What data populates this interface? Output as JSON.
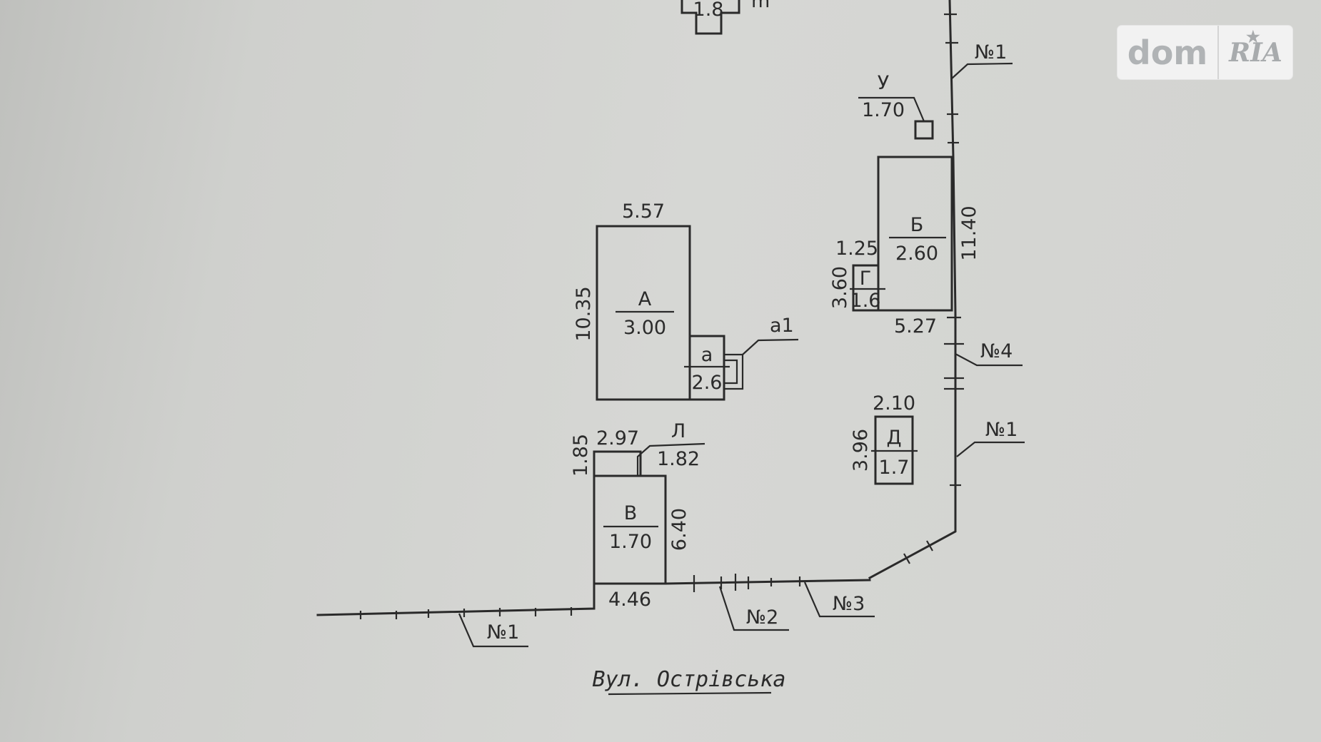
{
  "buildings": {
    "A": {
      "label": "А",
      "height": "3.00",
      "width": "5.57",
      "length": "10.35"
    },
    "a": {
      "label": "а",
      "height": "2.6"
    },
    "a1": {
      "label": "а1"
    },
    "B": {
      "label": "Б",
      "height": "2.60",
      "width": "5.27",
      "length": "11.40"
    },
    "G": {
      "label": "Г",
      "height": "1.6",
      "width": "1.25",
      "length": "3.60"
    },
    "V": {
      "label": "В",
      "height": "1.70",
      "width": "4.46",
      "length": "6.40"
    },
    "L": {
      "label": "Л",
      "height": "1.82",
      "width": "2.97",
      "length": "1.85"
    },
    "D": {
      "label": "Д",
      "height": "1.7",
      "width": "2.10",
      "length": "3.96"
    },
    "U": {
      "label": "У",
      "height": "1.70"
    },
    "top": {
      "height": "1.8",
      "suffix": "m"
    }
  },
  "fences": {
    "n1_top": "№1",
    "n4": "№4",
    "n1_right": "№1",
    "n1_bottom": "№1",
    "n2": "№2",
    "n3": "№3"
  },
  "street": "Вул. Острівська",
  "watermark": {
    "left": "dom",
    "right": "RIA"
  }
}
